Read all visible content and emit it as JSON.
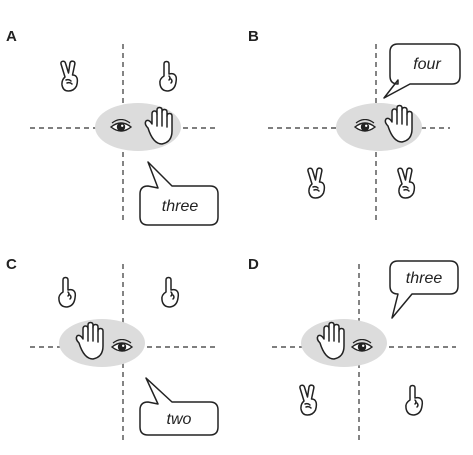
{
  "panels": [
    {
      "id": "A",
      "label": "A",
      "speech": "three",
      "eye_side": "left",
      "hands": [
        "two",
        "one"
      ],
      "bubble": "bottom-right"
    },
    {
      "id": "B",
      "label": "B",
      "speech": "four",
      "eye_side": "left",
      "hands": [
        "two",
        "two"
      ],
      "bubble": "top-right"
    },
    {
      "id": "C",
      "label": "C",
      "speech": "two",
      "eye_side": "right",
      "hands": [
        "one",
        "one"
      ],
      "bubble": "bottom-right"
    },
    {
      "id": "D",
      "label": "D",
      "speech": "three",
      "eye_side": "right",
      "hands": [
        "two",
        "one"
      ],
      "bubble": "top-right"
    }
  ],
  "colors": {
    "ellipse": "#dcdcdc",
    "line": "#333333",
    "stroke": "#222222"
  },
  "icons": {
    "eye": "eye-icon",
    "open_hand": "open-hand-icon",
    "one_finger": "one-finger-hand-icon",
    "two_finger": "two-finger-hand-icon"
  }
}
